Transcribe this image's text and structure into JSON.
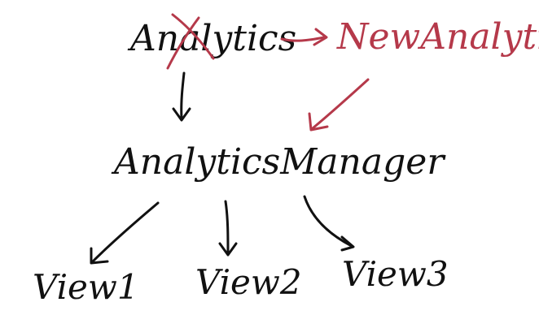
{
  "nodes": {
    "old_component": "Analytics",
    "new_component": "NewAnalytics",
    "manager": "AnalyticsManager",
    "view1": "View1",
    "view2": "View2",
    "view3": "View3"
  },
  "colors": {
    "ink": "#111111",
    "change": "#b5394a"
  }
}
